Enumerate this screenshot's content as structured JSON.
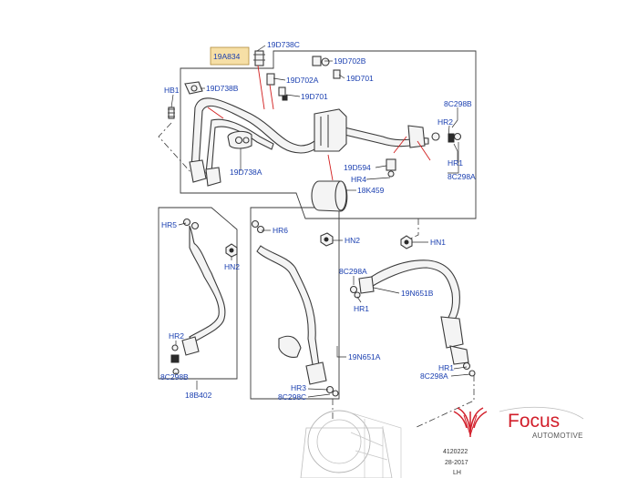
{
  "diagram": {
    "highlighted_part": "19A834",
    "labels": {
      "l_19d738c": "19D738C",
      "l_19d702b": "19D702B",
      "l_19d738b": "19D738B",
      "l_19d702a": "19D702A",
      "l_19d701a": "19D701",
      "l_19d701b": "19D701",
      "l_hb1": "HB1",
      "l_8c298b_top": "8C298B",
      "l_hr2_top": "HR2",
      "l_hr1_top": "HR1",
      "l_8c298a_top": "8C298A",
      "l_19d594": "19D594",
      "l_hr4": "HR4",
      "l_18k459": "18K459",
      "l_19d738a": "19D738A",
      "l_hr5": "HR5",
      "l_hr6": "HR6",
      "l_hn2_a": "HN2",
      "l_hn2_b": "HN2",
      "l_hn1": "HN1",
      "l_8c298a_mid": "8C298A",
      "l_hr1_mid": "HR1",
      "l_19n651b": "19N651B",
      "l_hr2_low": "HR2",
      "l_8c298b_low": "8C298B",
      "l_18b402": "18B402",
      "l_19n651a": "19N651A",
      "l_hr1_low": "HR1",
      "l_8c298a_low": "8C298A",
      "l_hr3": "HR3",
      "l_8c298c": "8C298C"
    },
    "info": {
      "code": "4120222",
      "date": "28-2017",
      "side": "LH"
    }
  },
  "logo": {
    "name": "Focus",
    "tagline": "AUTOMOTIVE",
    "primary_color": "#d21f2b"
  }
}
